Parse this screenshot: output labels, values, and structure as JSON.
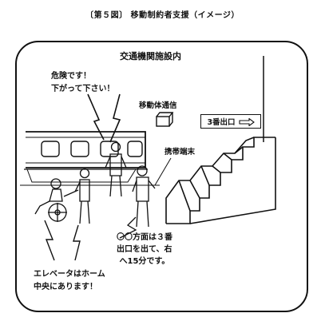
{
  "figure_title": "〔第５図〕 移動制約者支援（イメージ）",
  "frame_title": "交通機関施設内",
  "train_callout": "危険です！\n下がって下さい！",
  "device_label": "移動体通信",
  "exit_sign": "3番出口",
  "terminal_label": "携帯端末",
  "direction_callout": "〇〇方面は３番\n出口を出て、右\n へ15分です。",
  "elevator_callout": "エレベータはホーム\n中央にあります！",
  "icons": {
    "exit_arrow": "right-arrow-icon",
    "device": "comm-device-icon"
  }
}
